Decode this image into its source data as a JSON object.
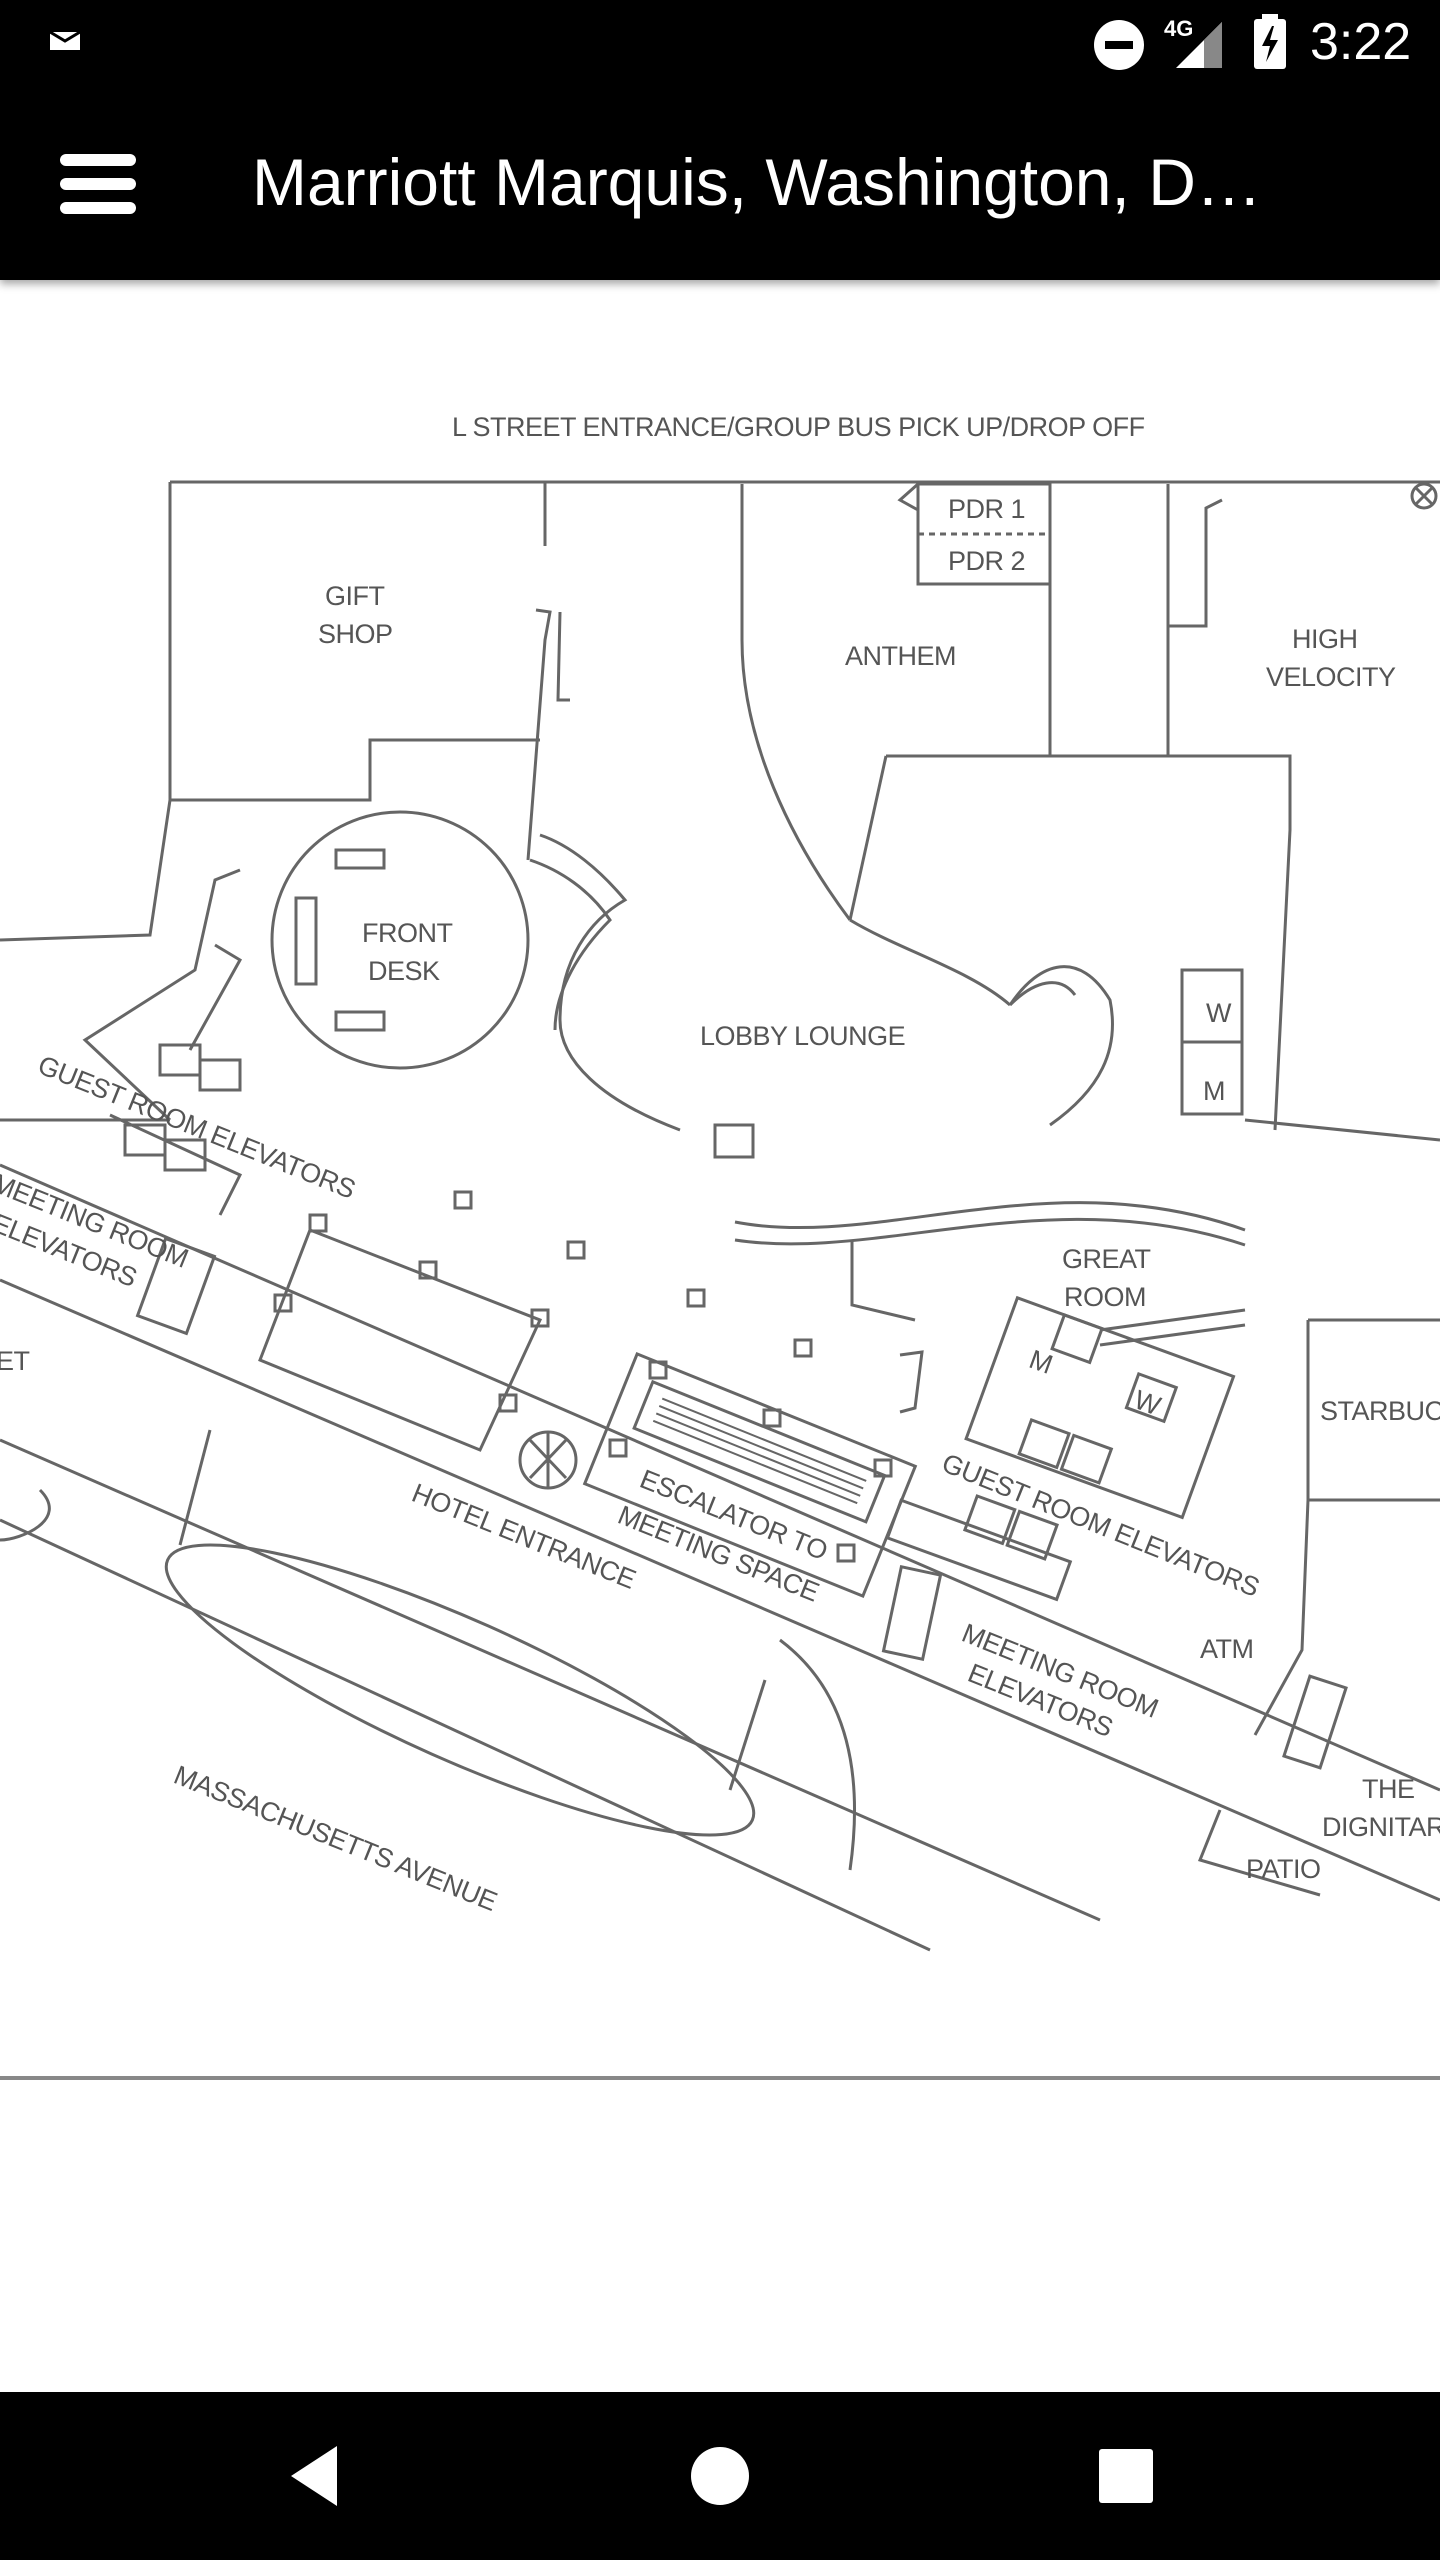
{
  "status_bar": {
    "network": "4G",
    "time": "3:22"
  },
  "app_bar": {
    "title": "Marriott Marquis, Washington, D…"
  },
  "map": {
    "labels": {
      "l_street": "L STREET ENTRANCE/GROUP BUS PICK UP/DROP OFF",
      "pdr1": "PDR 1",
      "pdr2": "PDR 2",
      "gift_1": "GIFT",
      "gift_2": "SHOP",
      "anthem": "ANTHEM",
      "high_1": "HIGH",
      "high_2": "VELOCITY",
      "front_1": "FRONT",
      "front_2": "DESK",
      "lobby": "LOBBY LOUNGE",
      "w": "W",
      "m": "M",
      "guest_elev_left": "GUEST ROOM ELEVATORS",
      "meeting_elev_left_1": "MEETING ROOM",
      "meeting_elev_left_2": "ELEVATORS",
      "et": "ET",
      "great_1": "GREAT",
      "great_2": "ROOM",
      "starbucks": "STARBUCK",
      "hotel_entrance": "HOTEL ENTRANCE",
      "escalator_1": "ESCALATOR TO",
      "escalator_2": "MEETING SPACE",
      "guest_elev_right": "GUEST ROOM ELEVATORS",
      "atm": "ATM",
      "meeting_elev_right_1": "MEETING ROOM",
      "meeting_elev_right_2": "ELEVATORS",
      "dignitary_1": "THE",
      "dignitary_2": "DIGNITARY",
      "patio": "PATIO",
      "mass_ave": "MASSACHUSETTS AVENUE"
    }
  },
  "nav_bar": {
    "back": "back-icon",
    "home": "home-icon",
    "recents": "recents-icon"
  }
}
